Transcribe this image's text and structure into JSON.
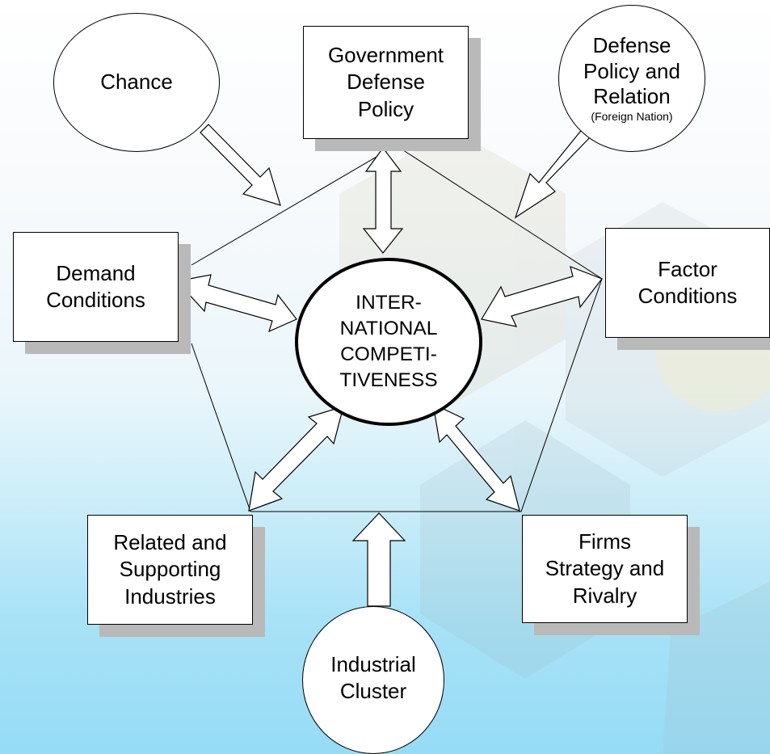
{
  "nodes": {
    "government": {
      "lines": [
        "Government",
        "Defense",
        "Policy"
      ]
    },
    "chance": {
      "lines": [
        "Chance"
      ]
    },
    "foreign": {
      "lines": [
        "Defense",
        "Policy and",
        "Relation"
      ],
      "sub": "(Foreign Nation)"
    },
    "demand": {
      "lines": [
        "Demand",
        "Conditions"
      ]
    },
    "factor": {
      "lines": [
        "Factor",
        "Conditions"
      ]
    },
    "related": {
      "lines": [
        "Related and",
        "Supporting",
        "Industries"
      ]
    },
    "firms": {
      "lines": [
        "Firms",
        "Strategy and",
        "Rivalry"
      ]
    },
    "cluster": {
      "lines": [
        "Industrial",
        "Cluster"
      ]
    },
    "center": {
      "lines": [
        "INTER-",
        "NATIONAL",
        "COMPETI-",
        "TIVENESS"
      ]
    }
  },
  "colors": {
    "stroke": "#000000",
    "fill": "#ffffff",
    "shadow": "#b9b9b9",
    "background_bottom": "#96dcf6"
  }
}
